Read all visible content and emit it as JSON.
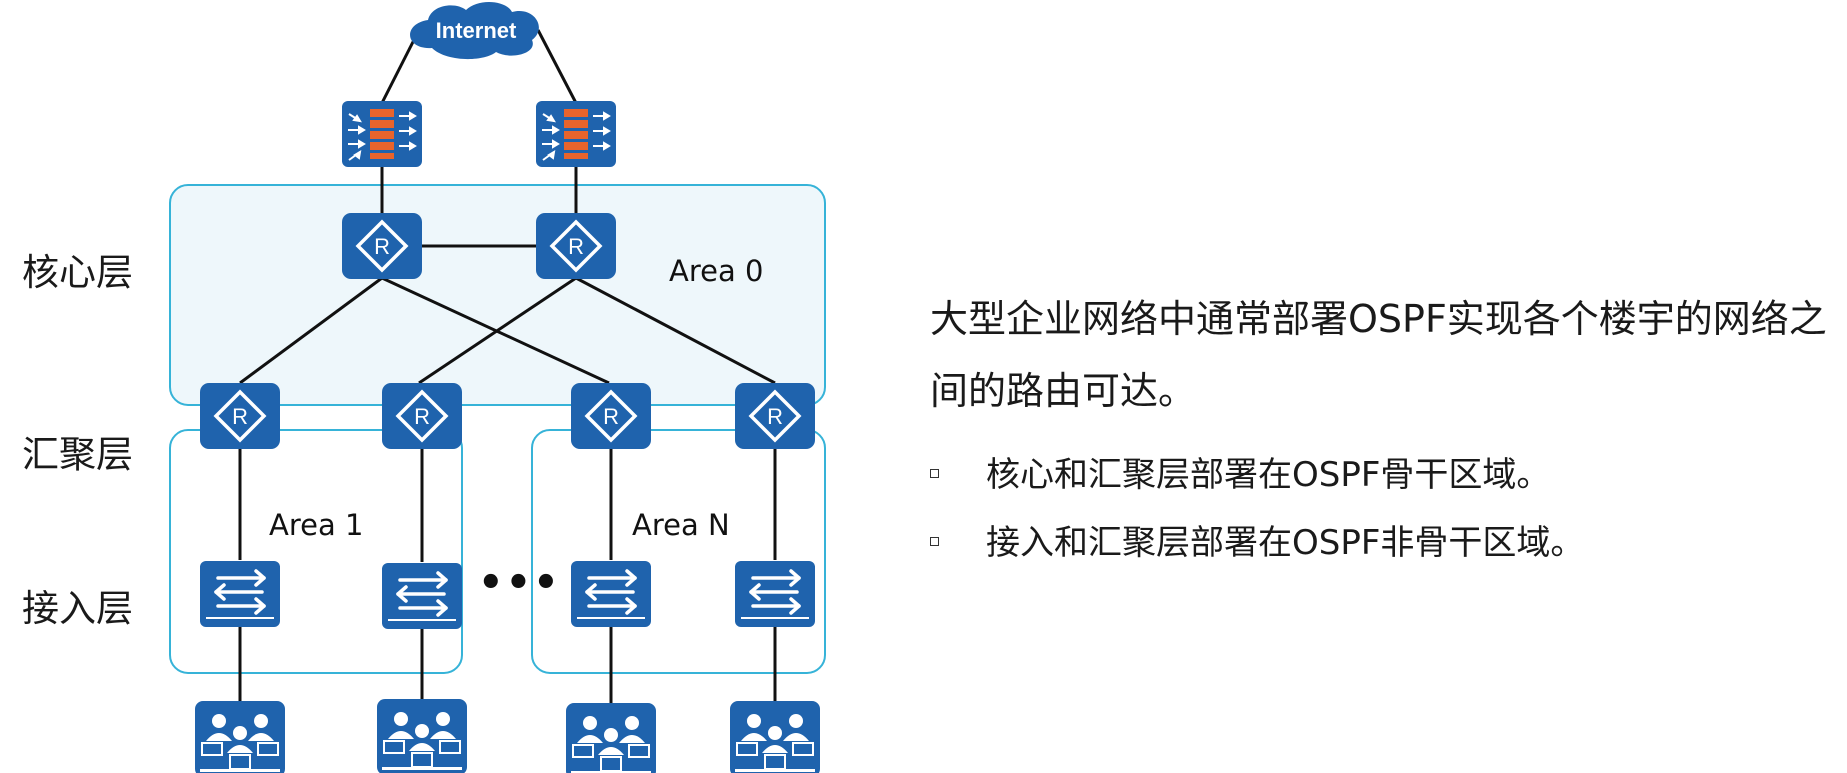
{
  "diagram": {
    "internet_label": "Internet",
    "layers": {
      "core": "核心层",
      "aggregation": "汇聚层",
      "access": "接入层"
    },
    "areas": {
      "area0": "Area 0",
      "area1": "Area 1",
      "areaN": "Area N"
    },
    "ellipsis": "•••",
    "router_glyph": "R"
  },
  "description": {
    "paragraph": "大型企业网络中通常部署OSPF实现各个楼宇的网络之间的路由可达。",
    "bullets": [
      "核心和汇聚层部署在OSPF骨干区域。",
      "接入和汇聚层部署在OSPF非骨干区域。"
    ]
  },
  "colors": {
    "device_blue": "#1f63ad",
    "area_border": "#36b3d8",
    "area0_fill": "#eef7fb",
    "firewall_orange": "#e8642c",
    "link": "#111111"
  }
}
